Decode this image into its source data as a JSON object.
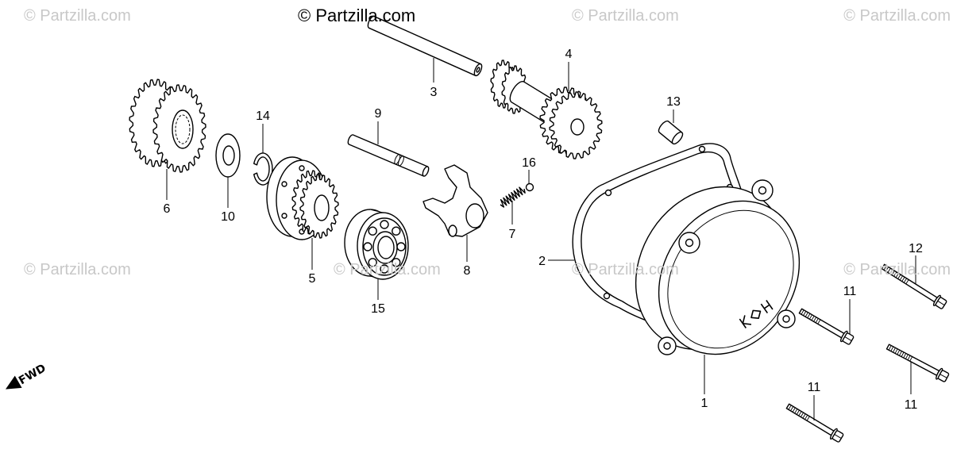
{
  "header_watermark": "© Partzilla.com",
  "watermark": "© Partzilla.com",
  "callouts": [
    "3",
    "4",
    "13",
    "14",
    "9",
    "16",
    "6",
    "10",
    "7",
    "2",
    "12",
    "5",
    "8",
    "11",
    "15",
    "11",
    "11",
    "1"
  ],
  "fwd_label": "FWD",
  "colors": {
    "line": "#000000",
    "watermark": "#c8c8c8",
    "background": "#ffffff"
  }
}
